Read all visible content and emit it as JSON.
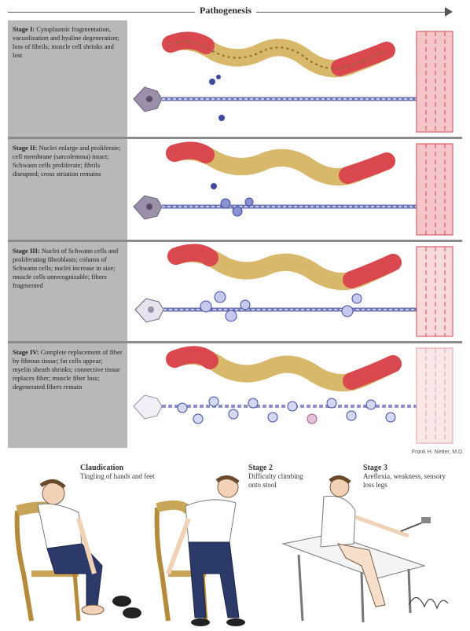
{
  "title": "Pathogenesis",
  "stages": [
    {
      "heading": "Stage I:",
      "text": "Cytoplasmic fragmentation, vacuolization and hyaline degeneration; loss of fibrils; muscle cell shrinks and lost"
    },
    {
      "heading": "Stage II:",
      "text": "Nuclei enlarge and proliferate; cell membrane (sarcolemma) intact; Schwann cells proliferate; fibrils disrupted; cross striation remains"
    },
    {
      "heading": "Stage III:",
      "text": "Nuclei of Schwann cells and proliferating fibroblasts; column of Schwann cells; nuclei increase in size; muscle cells unrecognizable; fibers fragmented"
    },
    {
      "heading": "Stage IV:",
      "text": "Complete replacement of fiber by fibrous tissue; fat cells appear; myelin sheath shrinks; connective tissue replaces fiber; muscle fiber loss; degenerated fibers remain"
    }
  ],
  "credit": "Frank H. Netter, M.D.",
  "captions": [
    {
      "title": "Claudication",
      "text": "Tingling of hands and feet"
    },
    {
      "title": "Stage 2",
      "text": "Difficulty climbing onto stool"
    },
    {
      "title": "Stage 3",
      "text": "Areflexia, weakness, sensory loss legs"
    }
  ],
  "colors": {
    "panel_label_bg": "#b8b8b8",
    "vessel": "#d9484f",
    "myelin": "#d8b86a",
    "nerve_fiber": "#6e74b8",
    "muscle": "#e6a0a6"
  },
  "icons": [
    "neuron-cell-body-icon",
    "blood-vessel-icon",
    "muscle-fiber-icon",
    "patient-figure-icon",
    "chair-icon",
    "exam-table-icon"
  ]
}
